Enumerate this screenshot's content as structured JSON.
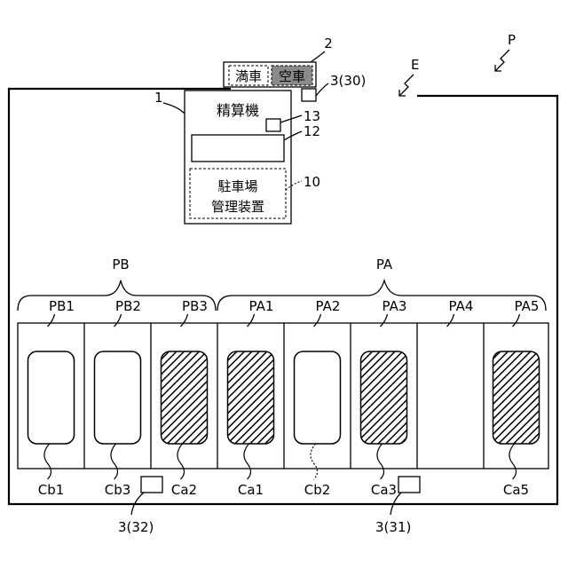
{
  "sign": {
    "ref": "2",
    "full_label": "満車",
    "empty_label": "空車"
  },
  "entrance_arrow": {
    "label": "E"
  },
  "parking_arrow": {
    "label": "P"
  },
  "machine": {
    "ref": "1",
    "title": "精算機",
    "small_box_ref": "13",
    "display_ref": "12",
    "manager_ref": "10",
    "manager_line1": "駐車場",
    "manager_line2": "管理装置"
  },
  "sensors": [
    {
      "label": "3(30)"
    },
    {
      "label": "3(32)"
    },
    {
      "label": "3(31)"
    }
  ],
  "groups": [
    {
      "label": "PB"
    },
    {
      "label": "PA"
    }
  ],
  "spaces": [
    {
      "label": "PB1",
      "car": "Cb1",
      "car_state": "empty"
    },
    {
      "label": "PB2",
      "car": "Cb3",
      "car_state": "empty"
    },
    {
      "label": "PB3",
      "car": "Ca2",
      "car_state": "hatched"
    },
    {
      "label": "PA1",
      "car": "Ca1",
      "car_state": "hatched"
    },
    {
      "label": "PA2",
      "car": "Cb2",
      "car_state": "empty"
    },
    {
      "label": "PA3",
      "car": "Ca3",
      "car_state": "hatched"
    },
    {
      "label": "PA4",
      "car": "",
      "car_state": "none"
    },
    {
      "label": "PA5",
      "car": "Ca5",
      "car_state": "hatched"
    }
  ],
  "colors": {
    "empty_sign_bg": "#8a8a8a",
    "line": "#000000"
  }
}
